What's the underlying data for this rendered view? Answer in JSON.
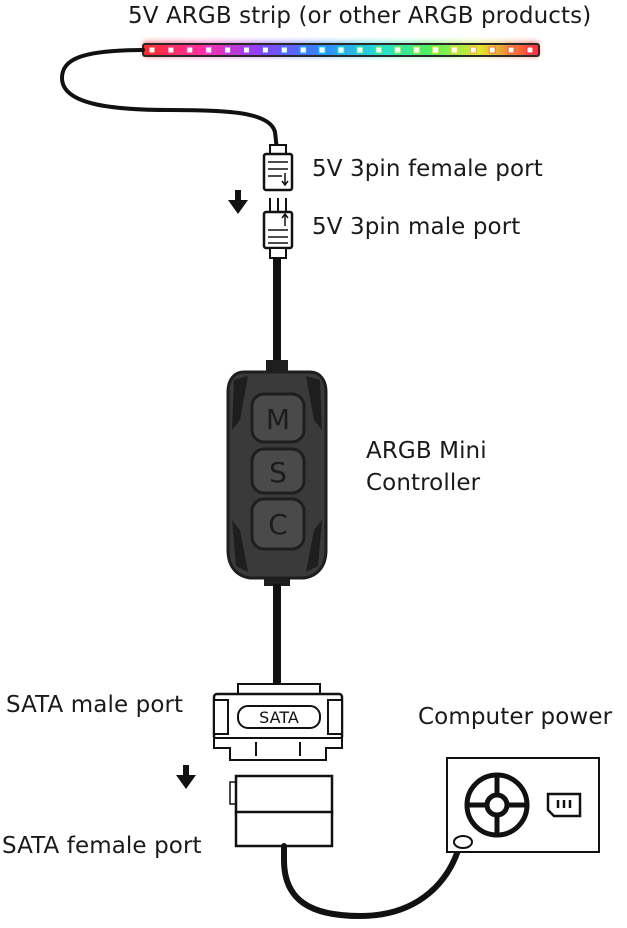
{
  "labels": {
    "strip": "5V ARGB strip (or other ARGB products)",
    "female_3pin": "5V 3pin female port",
    "male_3pin": "5V 3pin male port",
    "controller_line1": "ARGB Mini",
    "controller_line2": "Controller",
    "sata_male": "SATA male port",
    "computer_power": "Computer power",
    "sata_female": "SATA female port"
  },
  "controller_buttons": [
    "M",
    "S",
    "C"
  ],
  "sata_plug_text": "SATA",
  "led_colors": [
    "#ff2a2a",
    "#ff2a6a",
    "#ff30a0",
    "#e040ff",
    "#b040ff",
    "#7a4dff",
    "#4a60ff",
    "#2f86ff",
    "#22b0ff",
    "#22d6f0",
    "#22e8c0",
    "#30f090",
    "#50f060",
    "#80f040",
    "#b0f030",
    "#e0e830",
    "#ffd030",
    "#ffa030",
    "#ff7030",
    "#ff4a30",
    "#ff2a40"
  ],
  "colors": {
    "cable": "#111111",
    "controller_body": "#3a3a3a",
    "controller_edge": "#1e1e1e"
  }
}
